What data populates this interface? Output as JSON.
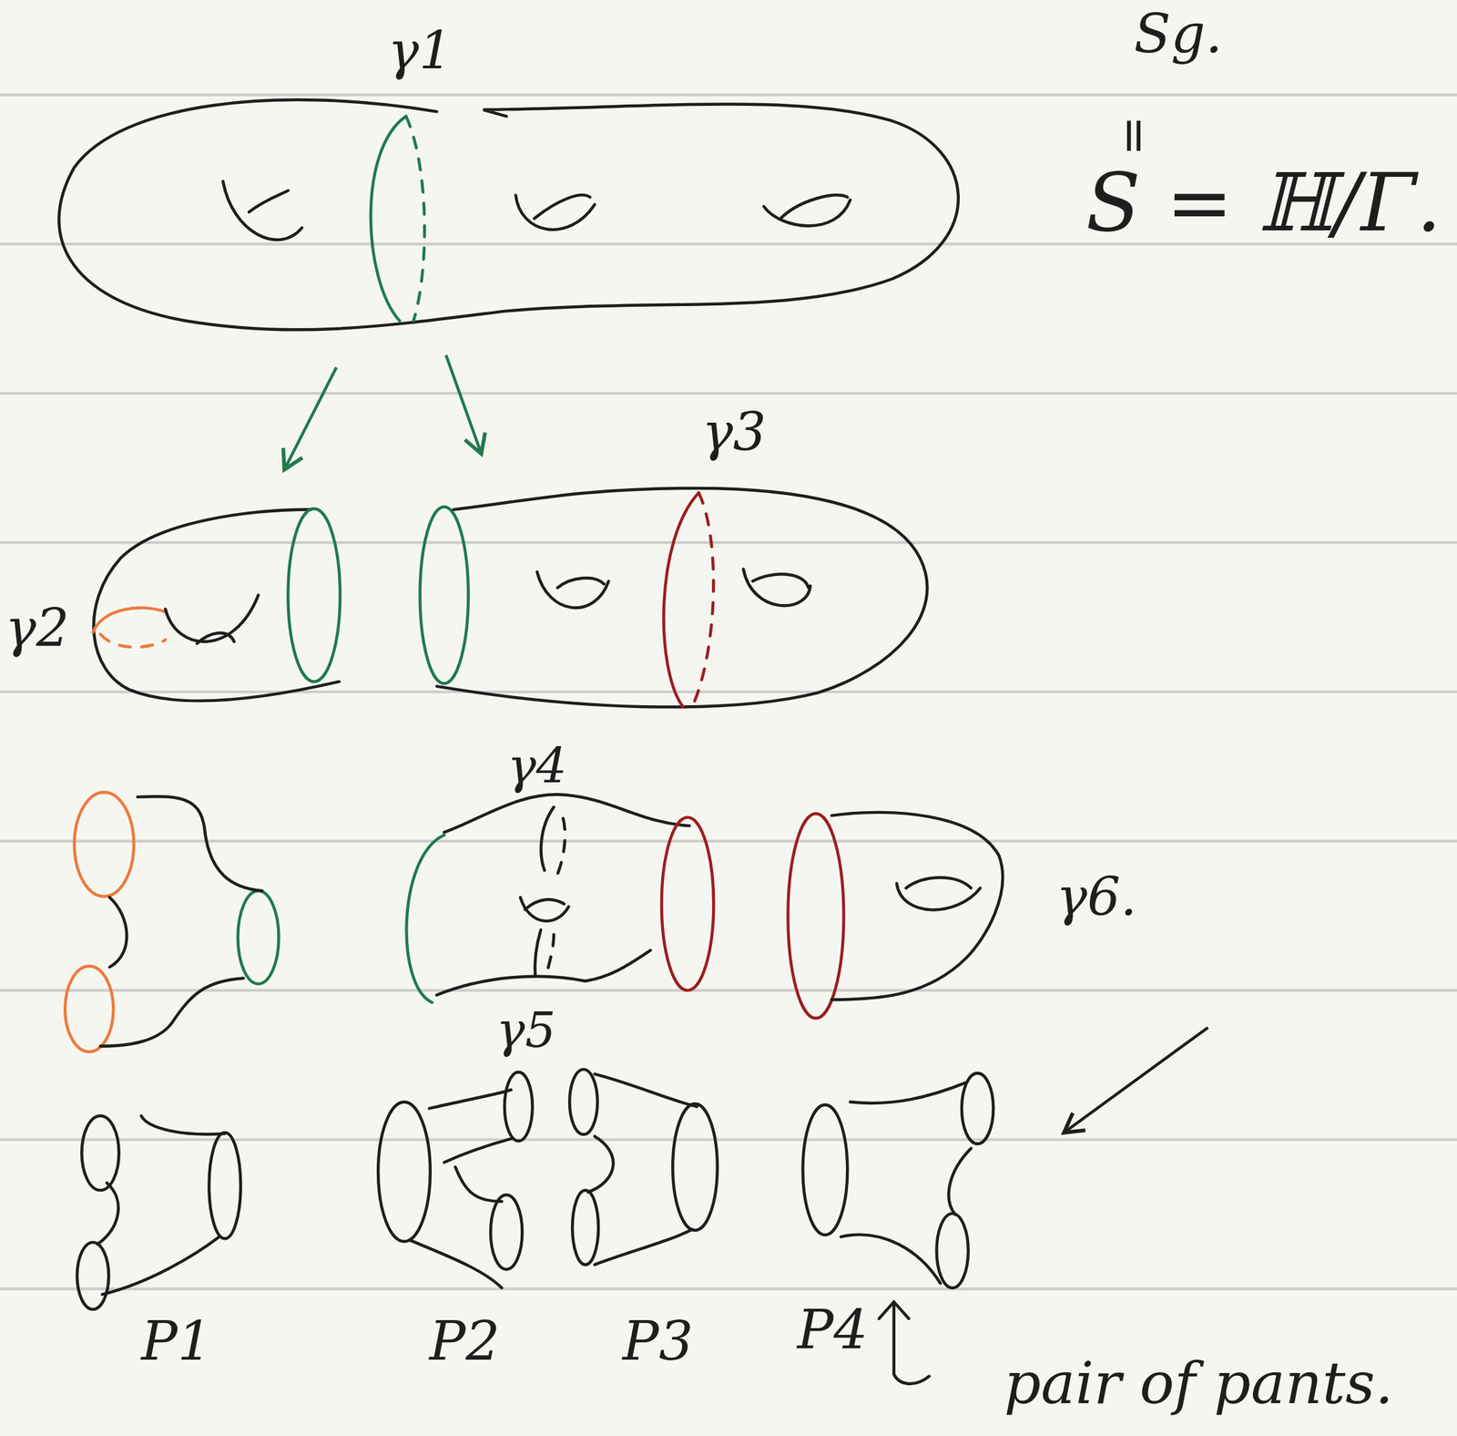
{
  "diagram": {
    "labels": [
      "γ1",
      "Sg.",
      "=",
      "S = ℍ/Γ.",
      "γ3",
      "γ2",
      "γ4",
      "γ5",
      "γ6.",
      "P1",
      "P2",
      "P3",
      "P4",
      "pair of pants."
    ]
  }
}
